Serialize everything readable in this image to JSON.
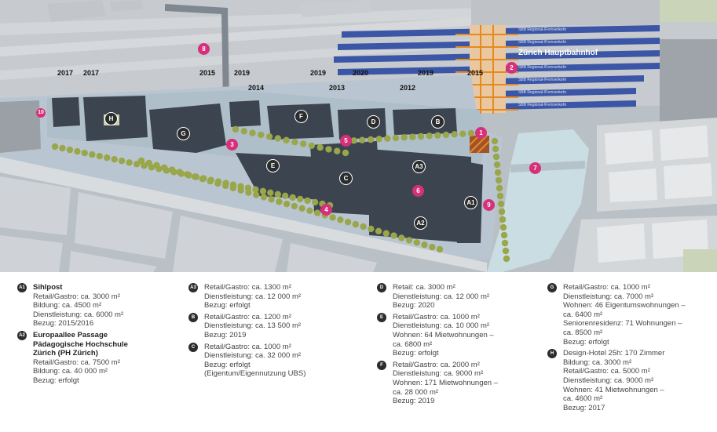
{
  "map": {
    "station_name": "Zürich Hauptbahnhof",
    "track_label": "SBB Regional-/Fernverkehr",
    "colors": {
      "water": "#c9dde3",
      "project_area": "#aebfca",
      "building": "#3c4450",
      "tree": "#9aa64a",
      "marker": "#d6307a",
      "track": "#3b56a6",
      "orange": "#e58a1f"
    },
    "years": [
      {
        "id": "y1",
        "text": "2017"
      },
      {
        "id": "y2",
        "text": "2017"
      },
      {
        "id": "y3",
        "text": "2015"
      },
      {
        "id": "y4",
        "text": "2019"
      },
      {
        "id": "y5",
        "text": "2014"
      },
      {
        "id": "y6",
        "text": "2019"
      },
      {
        "id": "y7",
        "text": "2013"
      },
      {
        "id": "y8",
        "text": "2020"
      },
      {
        "id": "y9",
        "text": "2012"
      },
      {
        "id": "y10",
        "text": "2019"
      },
      {
        "id": "y11",
        "text": "2015"
      }
    ],
    "building_markers": [
      {
        "id": "H",
        "text": "H"
      },
      {
        "id": "G",
        "text": "G"
      },
      {
        "id": "F",
        "text": "F"
      },
      {
        "id": "E",
        "text": "E"
      },
      {
        "id": "D",
        "text": "D"
      },
      {
        "id": "C",
        "text": "C"
      },
      {
        "id": "B",
        "text": "B"
      },
      {
        "id": "A3",
        "text": "A3"
      },
      {
        "id": "A1",
        "text": "A1"
      },
      {
        "id": "A2",
        "text": "A2"
      }
    ],
    "poi_markers": [
      {
        "id": "p1",
        "text": "1"
      },
      {
        "id": "p2",
        "text": "2"
      },
      {
        "id": "p3",
        "text": "3"
      },
      {
        "id": "p4",
        "text": "4"
      },
      {
        "id": "p5",
        "text": "5"
      },
      {
        "id": "p6",
        "text": "6"
      },
      {
        "id": "p7",
        "text": "7"
      },
      {
        "id": "p8",
        "text": "8"
      },
      {
        "id": "p9",
        "text": "9"
      },
      {
        "id": "p10",
        "text": "10"
      }
    ]
  },
  "legend": {
    "col1": [
      {
        "badge": "A1",
        "title": [
          "Sihlpost"
        ],
        "lines": [
          "Retail/Gastro: ca. 3000 m²",
          "Bildung: ca. 4500 m²",
          "Dienstleistung: ca. 6000 m²",
          "Bezug: 2015/2016"
        ]
      },
      {
        "badge": "A2",
        "title": [
          "Europaallee Passage",
          "Pädagogische Hochschule",
          "Zürich (PH Zürich)"
        ],
        "lines": [
          "Retail/Gastro: ca. 7500 m²",
          "Bildung: ca. 40 000 m²",
          "Bezug: erfolgt"
        ]
      }
    ],
    "col2": [
      {
        "badge": "A3",
        "lines": [
          "Retail/Gastro: ca. 1300 m²",
          "Dienstleistung: ca. 12 000 m²",
          "Bezug: erfolgt"
        ]
      },
      {
        "badge": "B",
        "lines": [
          "Retail/Gastro: ca. 1200 m²",
          "Dienstleistung: ca. 13 500 m²",
          "Bezug: 2019"
        ]
      },
      {
        "badge": "C",
        "lines": [
          "Retail/Gastro: ca. 1000 m²",
          "Dienstleistung: ca. 32 000 m²",
          "Bezug: erfolgt",
          "(Eigentum/Eigennutzung UBS)"
        ]
      }
    ],
    "col3": [
      {
        "badge": "D",
        "lines": [
          "Retail: ca. 3000 m²",
          "Dienstleistung: ca. 12 000 m²",
          "Bezug: 2020"
        ]
      },
      {
        "badge": "E",
        "lines": [
          "Retail/Gastro: ca. 1000 m²",
          "Dienstleistung: ca. 10 000 m²",
          "Wohnen: 64 Mietwohnungen –",
          "ca. 6800 m²",
          "Bezug: erfolgt"
        ]
      },
      {
        "badge": "F",
        "lines": [
          "Retail/Gastro: ca. 2000 m²",
          "Dienstleistung: ca. 9000 m²",
          "Wohnen: 171 Mietwohnungen –",
          "ca. 28 000 m²",
          "Bezug: 2019"
        ]
      }
    ],
    "col4": [
      {
        "badge": "G",
        "lines": [
          "Retail/Gastro: ca. 1000 m²",
          "Dienstleistung: ca. 7000 m²",
          "Wohnen: 46 Eigentumswohnungen –",
          "ca. 6400 m²",
          "Seniorenresidenz: 71 Wohnungen –",
          "ca. 8500 m²",
          "Bezug: erfolgt"
        ]
      },
      {
        "badge": "H",
        "lines": [
          "Design-Hotel 25h: 170 Zimmer",
          "Bildung: ca. 3000 m²",
          "Retail/Gastro: ca. 5000 m²",
          "Dienstleistung: ca. 9000 m²",
          "Wohnen: 41 Mietwohnungen –",
          "ca. 4600 m²",
          "Bezug: 2017"
        ]
      }
    ]
  }
}
